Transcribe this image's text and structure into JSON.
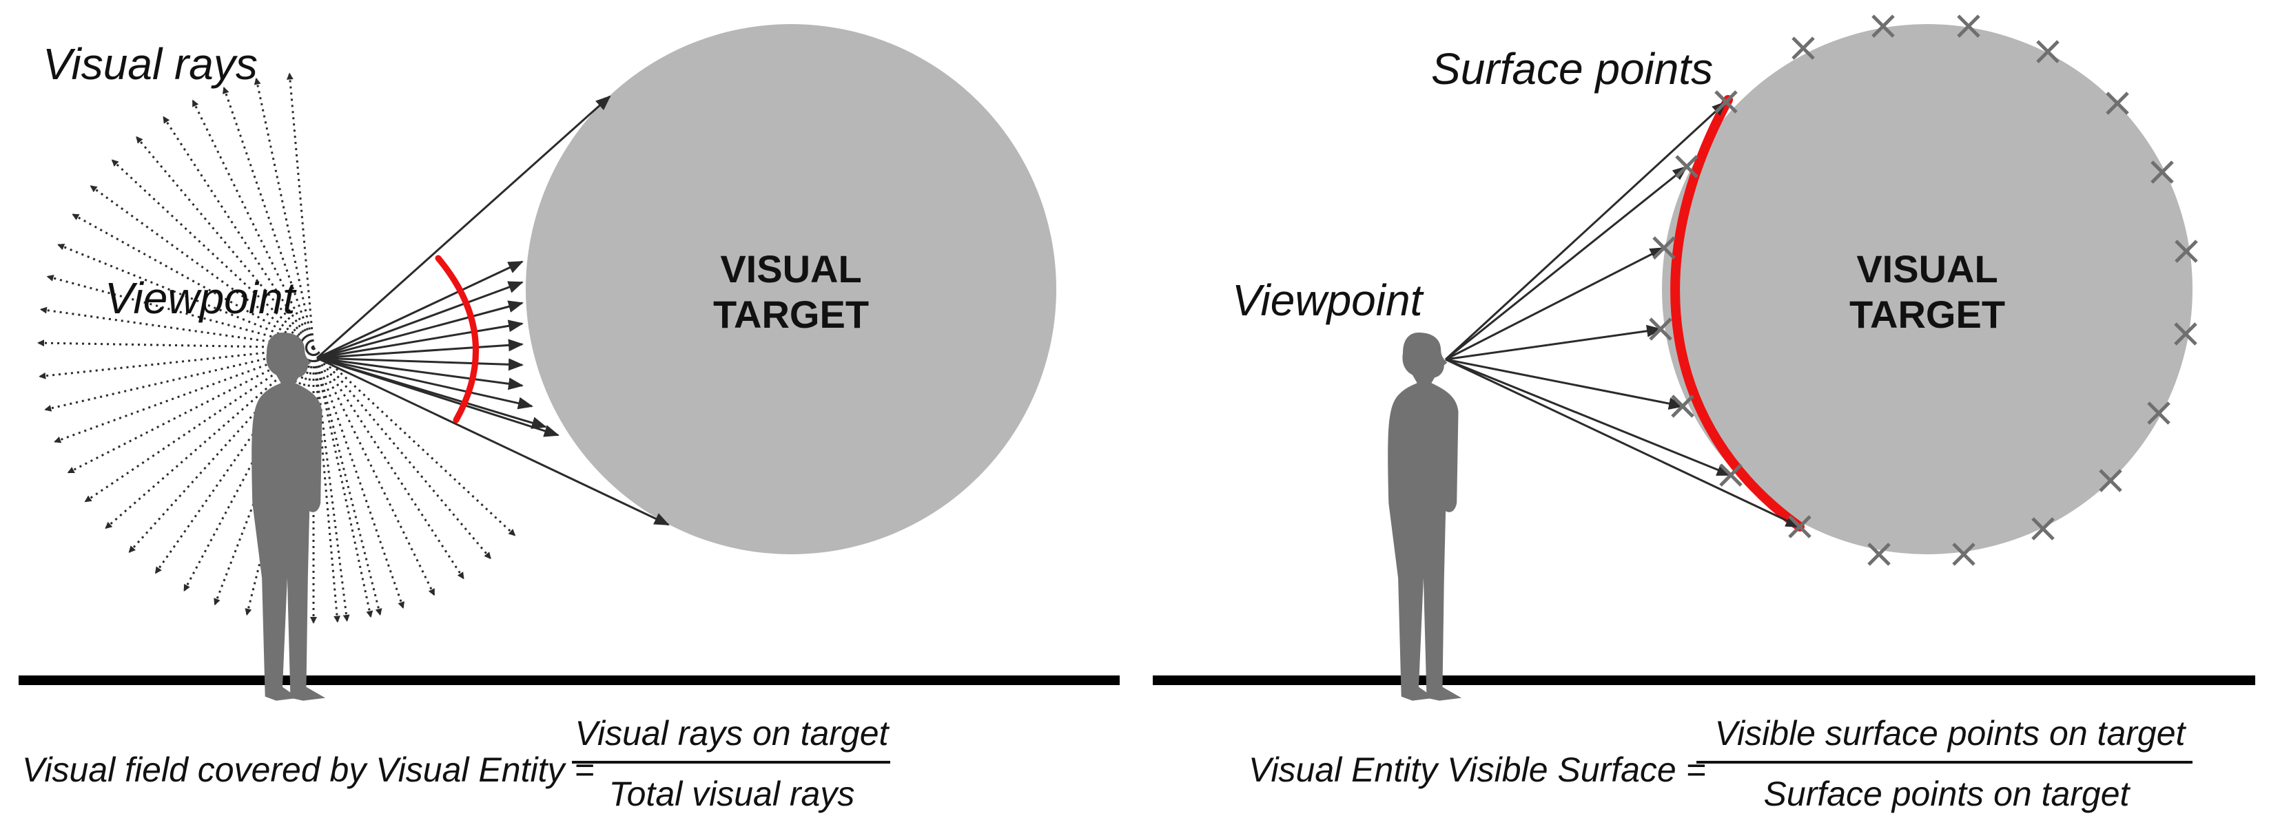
{
  "colors": {
    "target_fill": "#b7b7b7",
    "silhouette": "#727272",
    "ray": "#2b2b2b",
    "highlight": "#ee1111",
    "ground": "#000000",
    "surface_mark": "#6f6f6f"
  },
  "left_panel": {
    "rays_label": "Visual rays",
    "viewpoint_label": "Viewpoint",
    "target_line1": "VISUAL",
    "target_line2": "TARGET",
    "formula_lhs": "Visual field covered by Visual Entity =",
    "formula_numerator": "Visual rays on target",
    "formula_denominator": "Total visual rays"
  },
  "right_panel": {
    "surface_label": "Surface points",
    "viewpoint_label": "Viewpoint",
    "target_line1": "VISUAL",
    "target_line2": "TARGET",
    "formula_lhs": "Visual Entity Visible Surface =",
    "formula_numerator": "Visible surface points on target",
    "formula_denominator": "Surface points on target"
  }
}
